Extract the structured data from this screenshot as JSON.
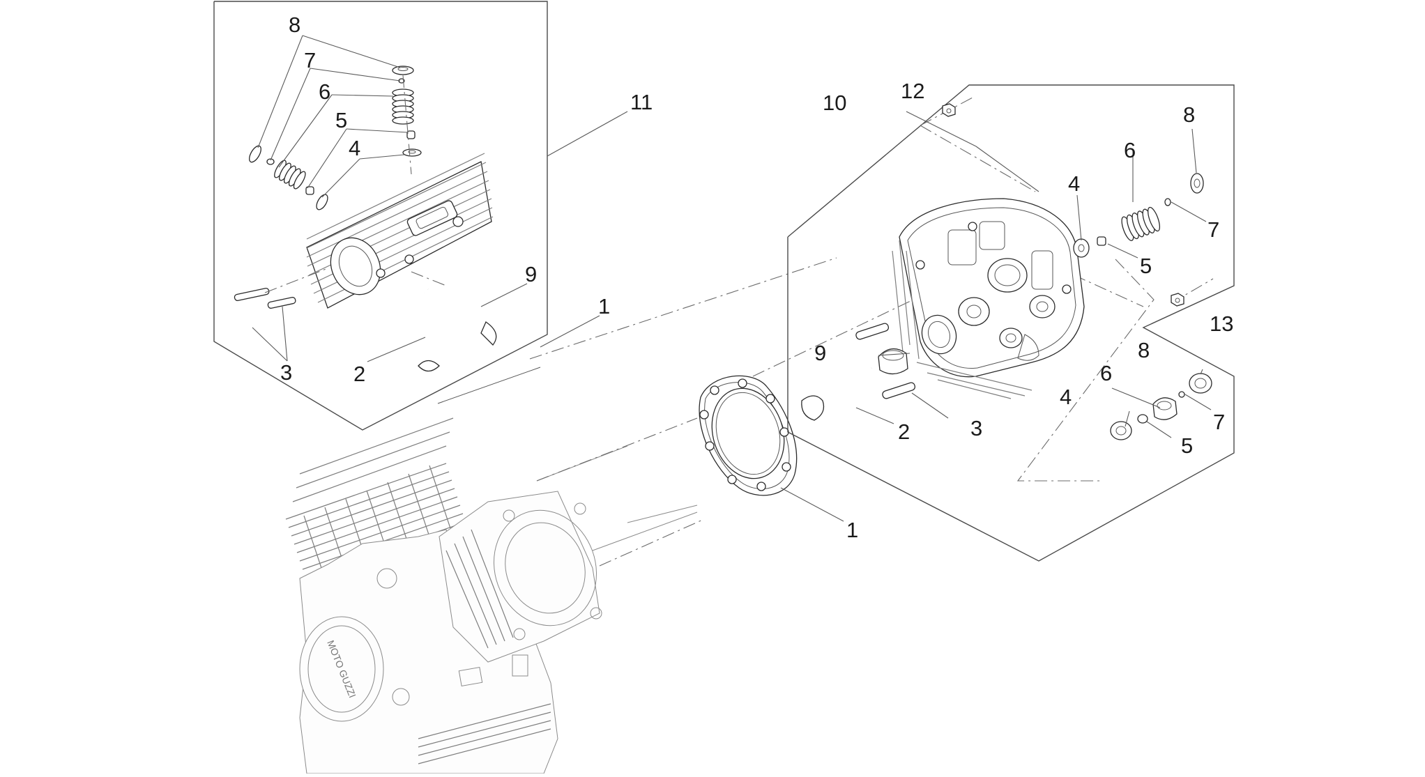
{
  "callouts": [
    {
      "id": "c-l-8",
      "text": "8"
    },
    {
      "id": "c-l-7",
      "text": "7"
    },
    {
      "id": "c-l-6",
      "text": "6"
    },
    {
      "id": "c-l-5",
      "text": "5"
    },
    {
      "id": "c-l-4",
      "text": "4"
    },
    {
      "id": "c-l-11",
      "text": "11"
    },
    {
      "id": "c-l-9",
      "text": "9"
    },
    {
      "id": "c-l-1",
      "text": "1"
    },
    {
      "id": "c-l-3",
      "text": "3"
    },
    {
      "id": "c-l-2",
      "text": "2"
    },
    {
      "id": "c-r-12",
      "text": "12"
    },
    {
      "id": "c-r-10",
      "text": "10"
    },
    {
      "id": "c-r-8a",
      "text": "8"
    },
    {
      "id": "c-r-6a",
      "text": "6"
    },
    {
      "id": "c-r-4a",
      "text": "4"
    },
    {
      "id": "c-r-7a",
      "text": "7"
    },
    {
      "id": "c-r-5a",
      "text": "5"
    },
    {
      "id": "c-r-13",
      "text": "13"
    },
    {
      "id": "c-r-9",
      "text": "9"
    },
    {
      "id": "c-r-8b",
      "text": "8"
    },
    {
      "id": "c-r-6b",
      "text": "6"
    },
    {
      "id": "c-r-4b",
      "text": "4"
    },
    {
      "id": "c-r-7b",
      "text": "7"
    },
    {
      "id": "c-r-2",
      "text": "2"
    },
    {
      "id": "c-r-3",
      "text": "3"
    },
    {
      "id": "c-r-5b",
      "text": "5"
    },
    {
      "id": "c-gasket-1",
      "text": "1"
    }
  ],
  "engine": {
    "logo_text": "MOTO GUZZI"
  }
}
